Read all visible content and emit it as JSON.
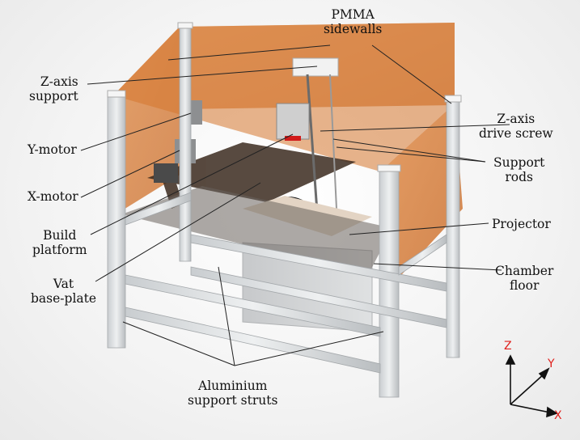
{
  "labels": {
    "pmma": [
      "PMMA",
      "sidewalls"
    ],
    "z_support": [
      "Z-axis",
      "support"
    ],
    "y_motor": [
      "Y-motor"
    ],
    "x_motor": [
      "X-motor"
    ],
    "build_platform": [
      "Build",
      "platform"
    ],
    "vat": [
      "Vat",
      "base-plate"
    ],
    "z_screw": [
      "Z-axis",
      "drive screw"
    ],
    "support_rods": [
      "Support",
      "rods"
    ],
    "projector": [
      "Projector"
    ],
    "chamber_floor": [
      "Chamber",
      "floor"
    ],
    "struts": [
      "Aluminium",
      "support struts"
    ]
  },
  "axes": {
    "z": "Z",
    "y": "Y",
    "x": "X"
  },
  "colors": {
    "pmma": "#d8772e",
    "aluminium": "#d7dadc",
    "axis_label": "#e0201c",
    "leader": "#222222"
  }
}
